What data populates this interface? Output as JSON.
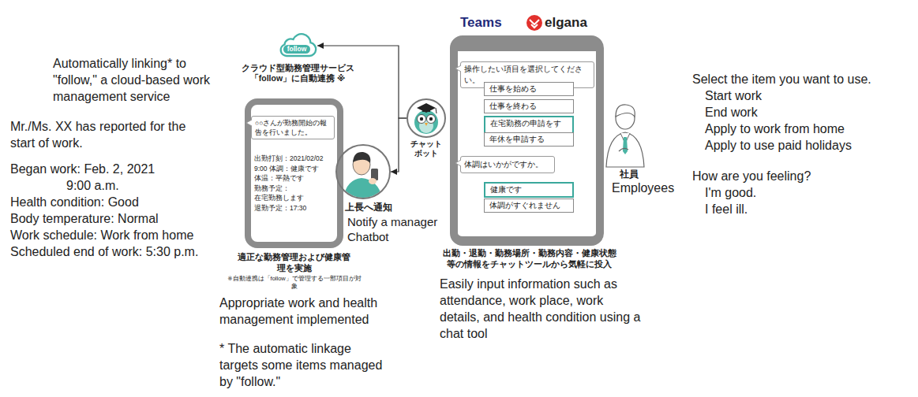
{
  "diagram": {
    "nodes": [
      {
        "text": [
          "follow",
          "クラウド型勤務管理サービス「follow」に自動連携 ※"
        ]
      },
      {
        "text": [
          "出勤打刻：2021/02/02 9:00 体調：健康です 体温：平熱です 勤務予定：在宅勤務します 退勤予定：17:30",
          "適正な勤務管理および健康管理を実施",
          "※自動連携は「follow」で管理する一部項目が対象"
        ]
      },
      {
        "text": [
          "○○さんが勤務開始の報告を行いました。"
        ],
        "in": 1
      },
      {
        "text": [
          "上長へ通知"
        ]
      },
      {
        "text": [
          "チャット ボット"
        ]
      },
      {
        "text": [
          "出勤・退勤・勤務場所・勤務内容・健康状態等の情報をチャットツールから気軽に投入"
        ]
      },
      {
        "text": [
          "操作したい項目を選択してください。"
        ],
        "in": 5
      },
      {
        "text": [
          "仕事を始める"
        ],
        "in": 5
      },
      {
        "text": [
          "仕事を終わる"
        ],
        "in": 5
      },
      {
        "text": [
          "在宅勤務の申請をする"
        ],
        "in": 5
      },
      {
        "text": [
          "年休を申請する"
        ],
        "in": 5
      },
      {
        "text": [
          "体調はいかがですか。"
        ],
        "in": 5
      },
      {
        "text": [
          "健康です"
        ],
        "in": 5
      },
      {
        "text": [
          "体調がすぐれません"
        ],
        "in": 5
      }
    ],
    "edges": [
      {
        "from": 4,
        "to": 0,
        "arrow": "to"
      },
      {
        "from": 4,
        "to": 3,
        "arrow": "to"
      }
    ],
    "labels": [
      "Teams",
      "elgana",
      "Automatically linking* to \"follow,\" a cloud-based work management service",
      "Mr./Ms. XX has reported for the start of work.",
      "Began work: Feb. 2, 2021 9:00 a.m.",
      "Health condition: Good",
      "Body temperature: Normal",
      "Work schedule: Work from home",
      "Scheduled end of work: 5:30 p.m.",
      "Notify a manager",
      "Chatbot",
      "社員",
      "Employees",
      "Select the item you want to use.",
      "Start work",
      "End work",
      "Apply to work from home",
      "Apply to use paid holidays",
      "How are you feeling?",
      "I'm good.",
      "I feel ill.",
      "Appropriate work and health management implemented",
      "* The automatic linkage targets some items managed by \"follow.\"",
      "Easily input information such as attendance, work place, work details, and health condition using a chat tool"
    ]
  }
}
